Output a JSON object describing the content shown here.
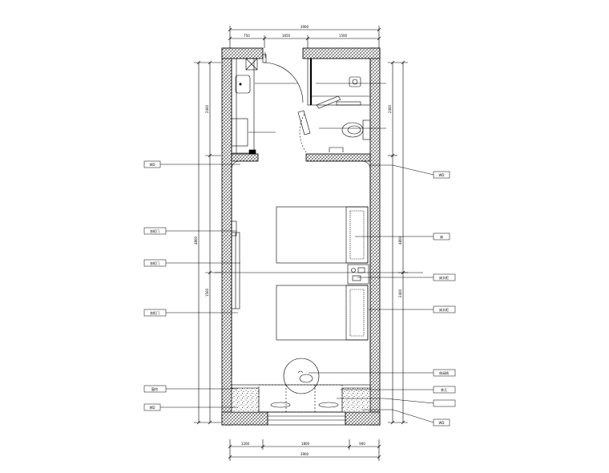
{
  "top_dimensions": {
    "overall": "3900",
    "segments": [
      "750",
      "1650",
      "1500"
    ]
  },
  "bottom_dimensions": {
    "overall": "3900",
    "segments": [
      "1200",
      "1800",
      "900"
    ]
  },
  "left_dimensions": {
    "bathroom": "2400",
    "room": "4800",
    "wardrobe_zone": "1500"
  },
  "right_dimensions": {
    "bathroom": "2400",
    "room": "4800",
    "bed_zone": "2400"
  },
  "left_tags": [
    "WD",
    "衣柜门",
    "衣柜门",
    "衣柜门",
    "窗帘",
    "WD"
  ],
  "right_tags": [
    "WD",
    "床",
    "床头柜",
    "床头柜",
    "休闲椅",
    "茶几",
    "WD"
  ],
  "colors": {
    "line": "#000000",
    "wall_hatch": "#000000",
    "background": "#ffffff"
  }
}
